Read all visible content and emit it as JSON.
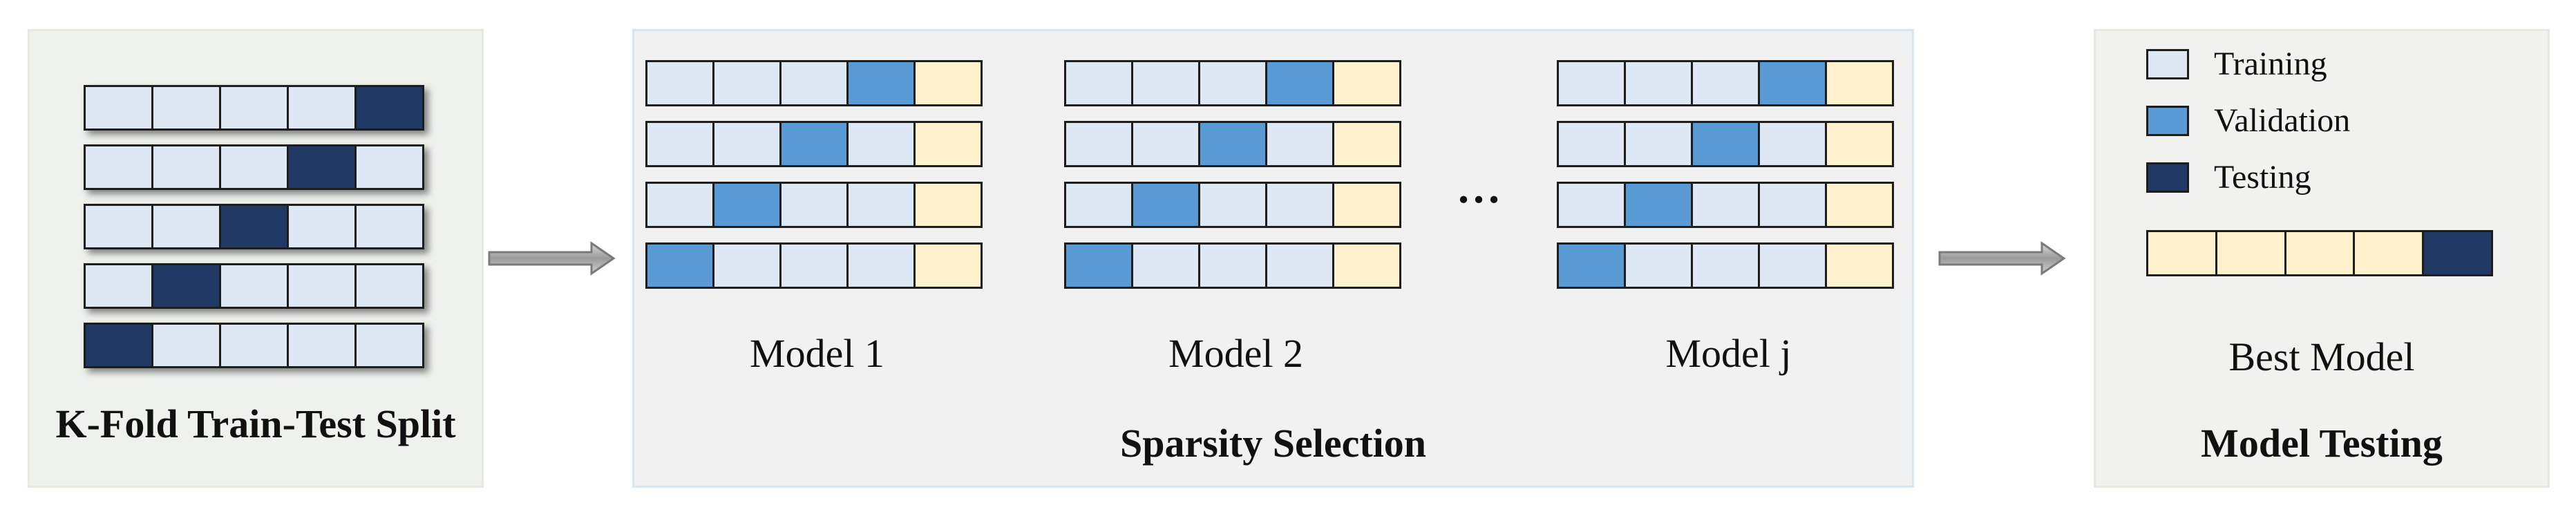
{
  "panels": {
    "kfold": {
      "title": "K-Fold Train-Test Split",
      "rows": [
        [
          "training",
          "training",
          "training",
          "training",
          "testing"
        ],
        [
          "training",
          "training",
          "training",
          "testing",
          "training"
        ],
        [
          "training",
          "training",
          "testing",
          "training",
          "training"
        ],
        [
          "training",
          "testing",
          "training",
          "training",
          "training"
        ],
        [
          "testing",
          "training",
          "training",
          "training",
          "training"
        ]
      ]
    },
    "sparsity": {
      "title": "Sparsity Selection",
      "ellipsis": "...",
      "models": [
        {
          "label": "Model 1",
          "rows": [
            [
              "training",
              "training",
              "training",
              "validation",
              "test"
            ],
            [
              "training",
              "training",
              "validation",
              "training",
              "test"
            ],
            [
              "training",
              "validation",
              "training",
              "training",
              "test"
            ],
            [
              "validation",
              "training",
              "training",
              "training",
              "test"
            ]
          ]
        },
        {
          "label": "Model 2",
          "rows": [
            [
              "training",
              "training",
              "training",
              "validation",
              "test"
            ],
            [
              "training",
              "training",
              "validation",
              "training",
              "test"
            ],
            [
              "training",
              "validation",
              "training",
              "training",
              "test"
            ],
            [
              "validation",
              "training",
              "training",
              "training",
              "test"
            ]
          ]
        },
        {
          "label": "Model j",
          "rows": [
            [
              "training",
              "training",
              "training",
              "validation",
              "test"
            ],
            [
              "training",
              "training",
              "validation",
              "training",
              "test"
            ],
            [
              "training",
              "validation",
              "training",
              "training",
              "test"
            ],
            [
              "validation",
              "training",
              "training",
              "training",
              "test"
            ]
          ]
        }
      ]
    },
    "testing": {
      "title": "Model Testing",
      "model_label": "Best Model",
      "row": [
        "test",
        "test",
        "test",
        "test",
        "testing"
      ]
    }
  },
  "legend": [
    {
      "label": "Training",
      "kind": "training"
    },
    {
      "label": "Validation",
      "kind": "validation"
    },
    {
      "label": "Testing",
      "kind": "testing"
    }
  ],
  "colors": {
    "training": "#dde8f4",
    "validation": "#5b9bd5",
    "testing": "#1f3864",
    "test": "#fff2cc"
  }
}
